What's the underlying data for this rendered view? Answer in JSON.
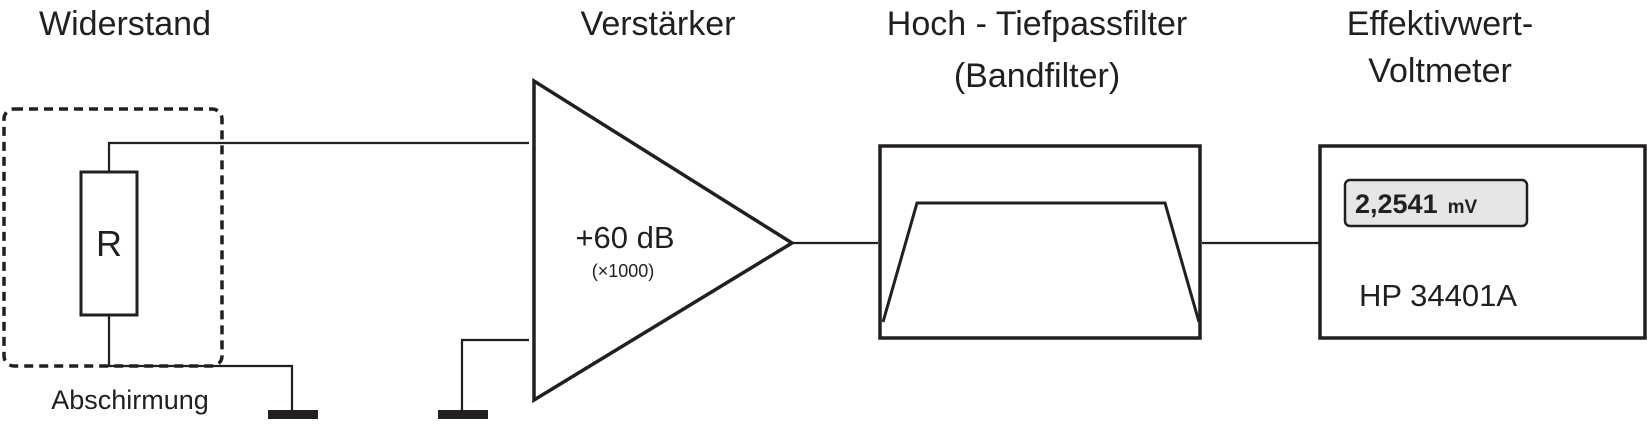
{
  "headers": {
    "resistor": "Widerstand",
    "amplifier": "Verstärker",
    "filter_line1": "Hoch - Tiefpassfilter",
    "filter_line2": "(Bandfilter)",
    "voltmeter_line1": "Effektivwert-",
    "voltmeter_line2": "Voltmeter"
  },
  "resistor": {
    "symbol": "R",
    "shield_label": "Abschirmung"
  },
  "amplifier": {
    "gain": "+60 dB",
    "factor": "(×1000)"
  },
  "voltmeter": {
    "reading": "2,2541",
    "unit": "mV",
    "model": "HP 34401A",
    "display_bg": "#e6e6e6"
  },
  "colors": {
    "stroke": "#231f20",
    "background": "#ffffff"
  }
}
